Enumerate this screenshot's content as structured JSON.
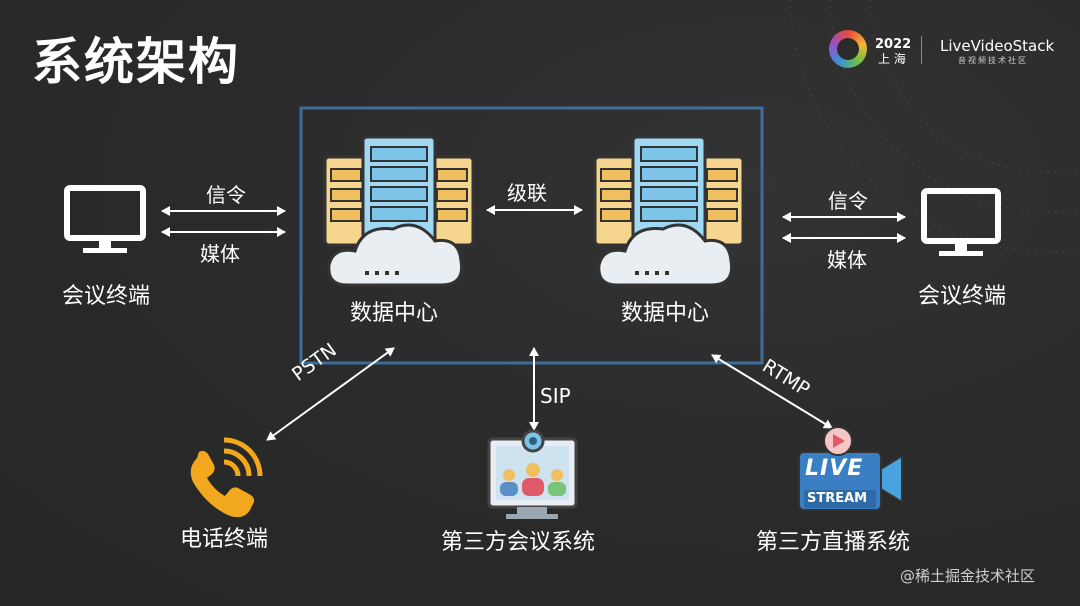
{
  "title": "系统架构",
  "logo": {
    "year": "2022",
    "city": "上 海",
    "brand": "LiveVideoStack",
    "sub": "音视频技术社区"
  },
  "left_terminal": {
    "label": "会议终端",
    "signal": "信令",
    "media": "媒体"
  },
  "right_terminal": {
    "label": "会议终端",
    "signal": "信令",
    "media": "媒体"
  },
  "datacenter_left": {
    "label": "数据中心"
  },
  "datacenter_right": {
    "label": "数据中心"
  },
  "cascade": "级联",
  "pstn": "PSTN",
  "sip": "SIP",
  "rtmp": "RTMP",
  "phone": {
    "label": "电话终端"
  },
  "third_conf": {
    "label": "第三方会议系统"
  },
  "third_live": {
    "label": "第三方直播系统",
    "badge_top": "LIVE",
    "badge_bottom": "STREAM"
  },
  "watermark": "@稀土掘金技术社区"
}
